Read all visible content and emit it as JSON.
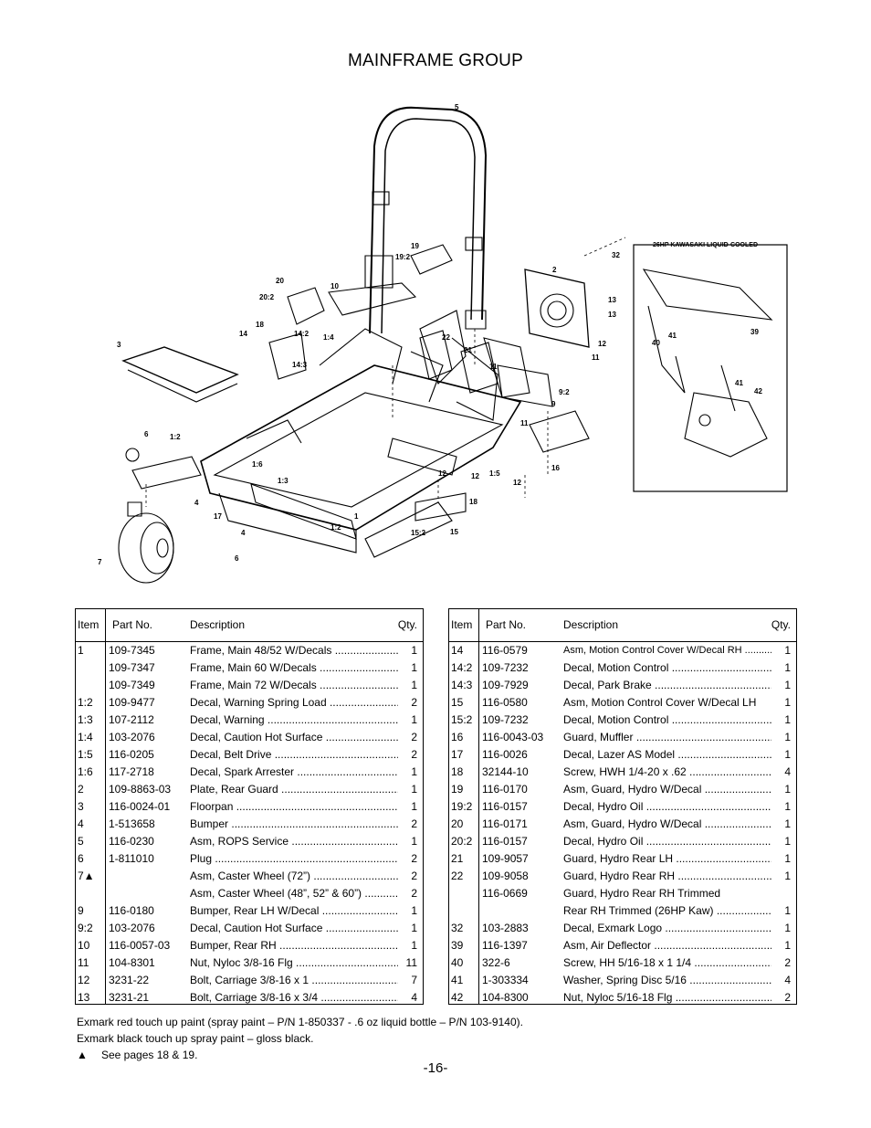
{
  "title": "MAINFRAME GROUP",
  "page_number": "-16-",
  "diagram": {
    "engine_label": "26HP KAWASAKI LIQUID-COOLED",
    "callouts": [
      "5",
      "19",
      "19:2",
      "2",
      "32",
      "20",
      "10",
      "20:2",
      "13",
      "13",
      "18",
      "14",
      "14:2",
      "1:4",
      "22",
      "12",
      "3",
      "21",
      "11",
      "40",
      "41",
      "39",
      "14:3",
      "11",
      "9:2",
      "9",
      "41",
      "42",
      "11",
      "6",
      "1:2",
      "1:6",
      "1:3",
      "16",
      "12",
      "12",
      "1:5",
      "12",
      "18",
      "4",
      "17",
      "4",
      "1:2",
      "1",
      "15:2",
      "15",
      "7",
      "6"
    ]
  },
  "table_left": {
    "headers": {
      "item": "Item",
      "part": "Part No.",
      "desc": "Description",
      "qty": "Qty."
    },
    "rows": [
      {
        "item": "1",
        "part": "109-7345",
        "desc": "Frame, Main 48/52 W/Decals",
        "qty": "1"
      },
      {
        "item": "",
        "part": "109-7347",
        "desc": "Frame, Main 60 W/Decals",
        "qty": "1"
      },
      {
        "item": "",
        "part": "109-7349",
        "desc": "Frame, Main 72 W/Decals",
        "qty": "1"
      },
      {
        "item": "1:2",
        "part": "109-9477",
        "desc": "Decal, Warning Spring Load",
        "qty": "2"
      },
      {
        "item": "1:3",
        "part": "107-2112",
        "desc": "Decal, Warning",
        "qty": "1"
      },
      {
        "item": "1:4",
        "part": "103-2076",
        "desc": "Decal, Caution Hot Surface",
        "qty": "2"
      },
      {
        "item": "1:5",
        "part": "116-0205",
        "desc": "Decal, Belt Drive",
        "qty": "2"
      },
      {
        "item": "1:6",
        "part": "117-2718",
        "desc": "Decal, Spark Arrester",
        "qty": "1"
      },
      {
        "item": "2",
        "part": "109-8863-03",
        "desc": "Plate, Rear Guard",
        "qty": "1"
      },
      {
        "item": "3",
        "part": "116-0024-01",
        "desc": "Floorpan",
        "qty": "1"
      },
      {
        "item": "4",
        "part": "1-513658",
        "desc": "Bumper",
        "qty": "2"
      },
      {
        "item": "5",
        "part": "116-0230",
        "desc": "Asm, ROPS Service",
        "qty": "1"
      },
      {
        "item": "6",
        "part": "1-811010",
        "desc": "Plug",
        "qty": "2"
      },
      {
        "item": "7▲",
        "part": "",
        "desc": "Asm, Caster Wheel (72”)",
        "qty": "2"
      },
      {
        "item": "",
        "part": "",
        "desc": "Asm, Caster Wheel (48”, 52” & 60”)",
        "qty": "2"
      },
      {
        "item": "9",
        "part": "116-0180",
        "desc": "Bumper, Rear LH W/Decal",
        "qty": "1"
      },
      {
        "item": "9:2",
        "part": "103-2076",
        "desc": "Decal, Caution Hot Surface",
        "qty": "1"
      },
      {
        "item": "10",
        "part": "116-0057-03",
        "desc": "Bumper, Rear RH",
        "qty": "1"
      },
      {
        "item": "11",
        "part": "104-8301",
        "desc": "Nut, Nyloc 3/8-16 Flg",
        "qty": "11"
      },
      {
        "item": "12",
        "part": "3231-22",
        "desc": "Bolt, Carriage 3/8-16 x 1",
        "qty": "7"
      },
      {
        "item": "13",
        "part": "3231-21",
        "desc": "Bolt, Carriage 3/8-16 x 3/4",
        "qty": "4"
      }
    ]
  },
  "table_right": {
    "headers": {
      "item": "Item",
      "part": "Part No.",
      "desc": "Description",
      "qty": "Qty."
    },
    "rows": [
      {
        "item": "14",
        "part": "116-0579",
        "desc": "Asm, Motion Control Cover W/Decal RH",
        "qty": "1",
        "small": true
      },
      {
        "item": "14:2",
        "part": "109-7232",
        "desc": "Decal, Motion Control",
        "qty": "1"
      },
      {
        "item": "14:3",
        "part": "109-7929",
        "desc": "Decal, Park Brake",
        "qty": "1"
      },
      {
        "item": "15",
        "part": "116-0580",
        "desc": "Asm, Motion Control Cover W/Decal LH",
        "qty": "1",
        "nodots": true
      },
      {
        "item": "15:2",
        "part": "109-7232",
        "desc": "Decal, Motion Control",
        "qty": "1"
      },
      {
        "item": "16",
        "part": "116-0043-03",
        "desc": "Guard, Muffler",
        "qty": "1"
      },
      {
        "item": "17",
        "part": "116-0026",
        "desc": "Decal, Lazer AS Model",
        "qty": "1"
      },
      {
        "item": "18",
        "part": "32144-10",
        "desc": "Screw, HWH 1/4-20 x .62",
        "qty": "4"
      },
      {
        "item": "19",
        "part": "116-0170",
        "desc": "Asm, Guard, Hydro W/Decal",
        "qty": "1"
      },
      {
        "item": "19:2",
        "part": "116-0157",
        "desc": "Decal, Hydro Oil",
        "qty": "1"
      },
      {
        "item": "20",
        "part": "116-0171",
        "desc": "Asm, Guard, Hydro W/Decal",
        "qty": "1"
      },
      {
        "item": "20:2",
        "part": "116-0157",
        "desc": "Decal, Hydro Oil",
        "qty": "1"
      },
      {
        "item": "21",
        "part": "109-9057",
        "desc": "Guard, Hydro Rear LH",
        "qty": "1"
      },
      {
        "item": "22",
        "part": "109-9058",
        "desc": "Guard, Hydro Rear RH",
        "qty": "1"
      },
      {
        "item": "",
        "part": "116-0669",
        "desc": "Guard, Hydro Rear RH Trimmed",
        "qty": "",
        "nodots": true
      },
      {
        "item": "",
        "part": "",
        "desc": "Rear RH Trimmed (26HP Kaw)",
        "qty": "1"
      },
      {
        "item": "32",
        "part": "103-2883",
        "desc": "Decal, Exmark Logo",
        "qty": "1"
      },
      {
        "item": "39",
        "part": "116-1397",
        "desc": "Asm, Air Deflector",
        "qty": "1"
      },
      {
        "item": "40",
        "part": "322-6",
        "desc": "Screw, HH 5/16-18 x 1 1/4",
        "qty": "2"
      },
      {
        "item": "41",
        "part": "1-303334",
        "desc": "Washer, Spring Disc 5/16",
        "qty": "4"
      },
      {
        "item": "42",
        "part": "104-8300",
        "desc": "Nut, Nyloc 5/16-18 Flg",
        "qty": "2"
      }
    ]
  },
  "notes": {
    "line1": "Exmark red touch up paint (spray paint – P/N 1-850337 - .6 oz liquid bottle – P/N 103-9140).",
    "line2": "Exmark black touch up spray paint – gloss black.",
    "line3_symbol": "▲",
    "line3_text": "See pages 18 & 19."
  }
}
